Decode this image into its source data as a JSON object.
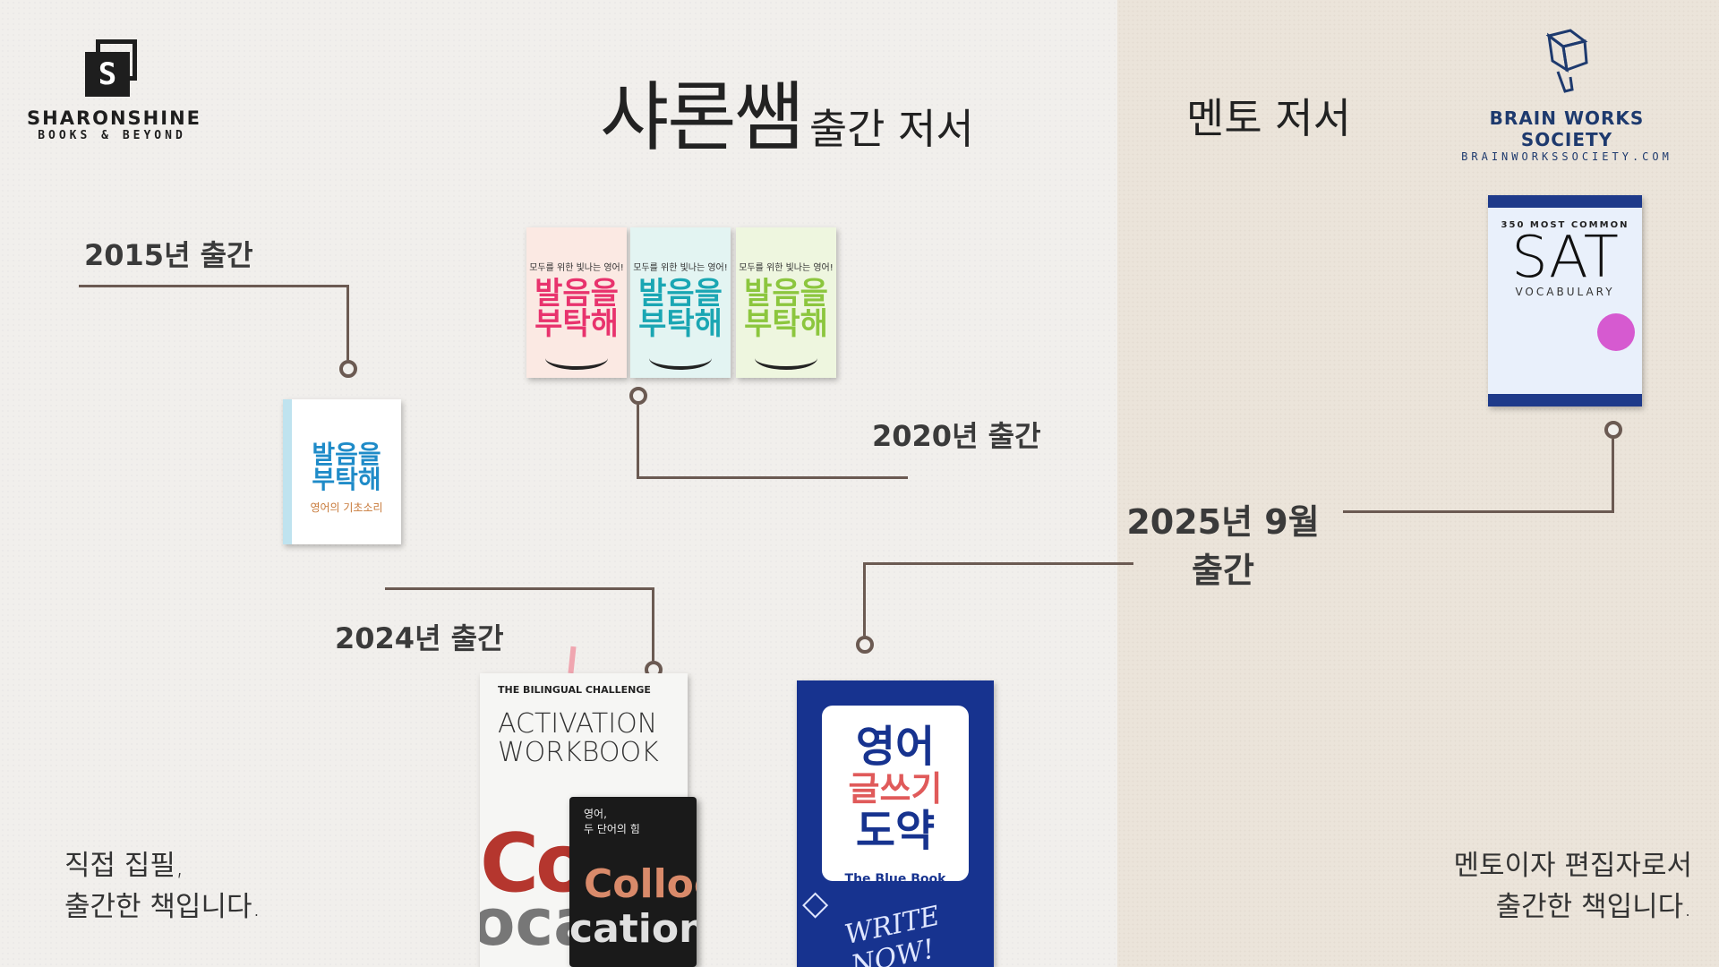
{
  "header": {
    "logo_left": {
      "mark": "S",
      "name": "SHARONSHINE",
      "sub": "BOOKS & BEYOND"
    },
    "logo_right": {
      "name": "BRAIN WORKS SOCIETY",
      "sub": "BRAINWORKSSOCIETY.COM"
    },
    "title_main": "샤론쌤",
    "title_main_suffix": "출간 저서",
    "title_mentor": "멘토 저서"
  },
  "timeline": {
    "y2015": "2015년 출간",
    "y2020": "2020년 출간",
    "y2024": "2024년 출간",
    "y2025_line1": "2025년 9월",
    "y2025_line2": "출간"
  },
  "captions": {
    "left_line1": "직접 집필,",
    "left_line2": "출간한 책입니다.",
    "right_line1": "멘토이자 편집자로서",
    "right_line2": "출간한 책입니다."
  },
  "books": {
    "orig": {
      "title_l1": "발음을",
      "title_l2": "부탁해",
      "sub": "영어의 기초소리"
    },
    "trio": {
      "top": "모두를 위한 빛나는 영어!",
      "title_l1": "발음을",
      "title_l2": "부탁해"
    },
    "workbook": {
      "bilingual": "THE BILINGUAL CHALLENGE",
      "act1": "ACTIVATION",
      "act2": "WORKBOOK",
      "co": "Co",
      "ca": "oca"
    },
    "black": {
      "t1": "영어,",
      "t2": "두 단어의 힘",
      "big1": "Colloc",
      "big2": "cation"
    },
    "blue": {
      "k1": "영어",
      "k2": "글쓰기",
      "k3": "도약",
      "tbb": "The Blue Book",
      "write": "WRITE NOW!"
    },
    "sat": {
      "most": "350 MOST COMMON",
      "sat": "SAT",
      "voc": "VOCABULARY"
    }
  },
  "colors": {
    "line": "#6b5a52",
    "left_bg": "#f1efec",
    "right_bg": "#ebe4da",
    "brand_blue": "#1e3a6e"
  }
}
